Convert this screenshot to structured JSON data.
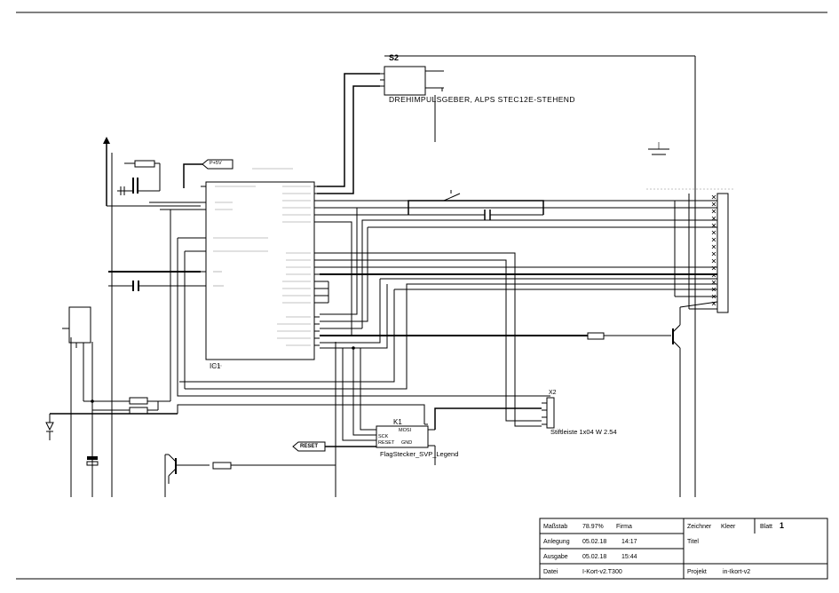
{
  "switch": {
    "ref": "S2",
    "description": "DREHIMPULSGEBER, ALPS STEC12E-STEHEND"
  },
  "header": {
    "ref": "K1",
    "description": "FlagStecker_SVP_Legend",
    "pins": [
      "MOSI",
      "SCK",
      "RESET",
      "GND"
    ]
  },
  "connector": {
    "ref": "X2",
    "description": "Stiftleiste 1x04 W 2.54"
  },
  "net_labels": {
    "reset": "RESET",
    "top": "P+5V"
  },
  "ic": {
    "ref": "IC1"
  },
  "title_block": {
    "scale_label": "Maßstab",
    "scale_value": "78.97%",
    "company_label": "Firma",
    "created_label": "Anlegung",
    "created_date": "05.02.18",
    "created_time": "14:17",
    "printed_label": "Ausgabe",
    "printed_date": "05.02.18",
    "printed_time": "15:44",
    "file_label": "Datei",
    "file_value": "I-Kort-v2.T300",
    "drawn_label": "Zeichner",
    "drawn_value": "Kleer",
    "sheet_label": "Blatt",
    "sheet_value": "1",
    "title_label": "Titel",
    "project_label": "Projekt",
    "project_value": "in-Ikort-v2"
  }
}
